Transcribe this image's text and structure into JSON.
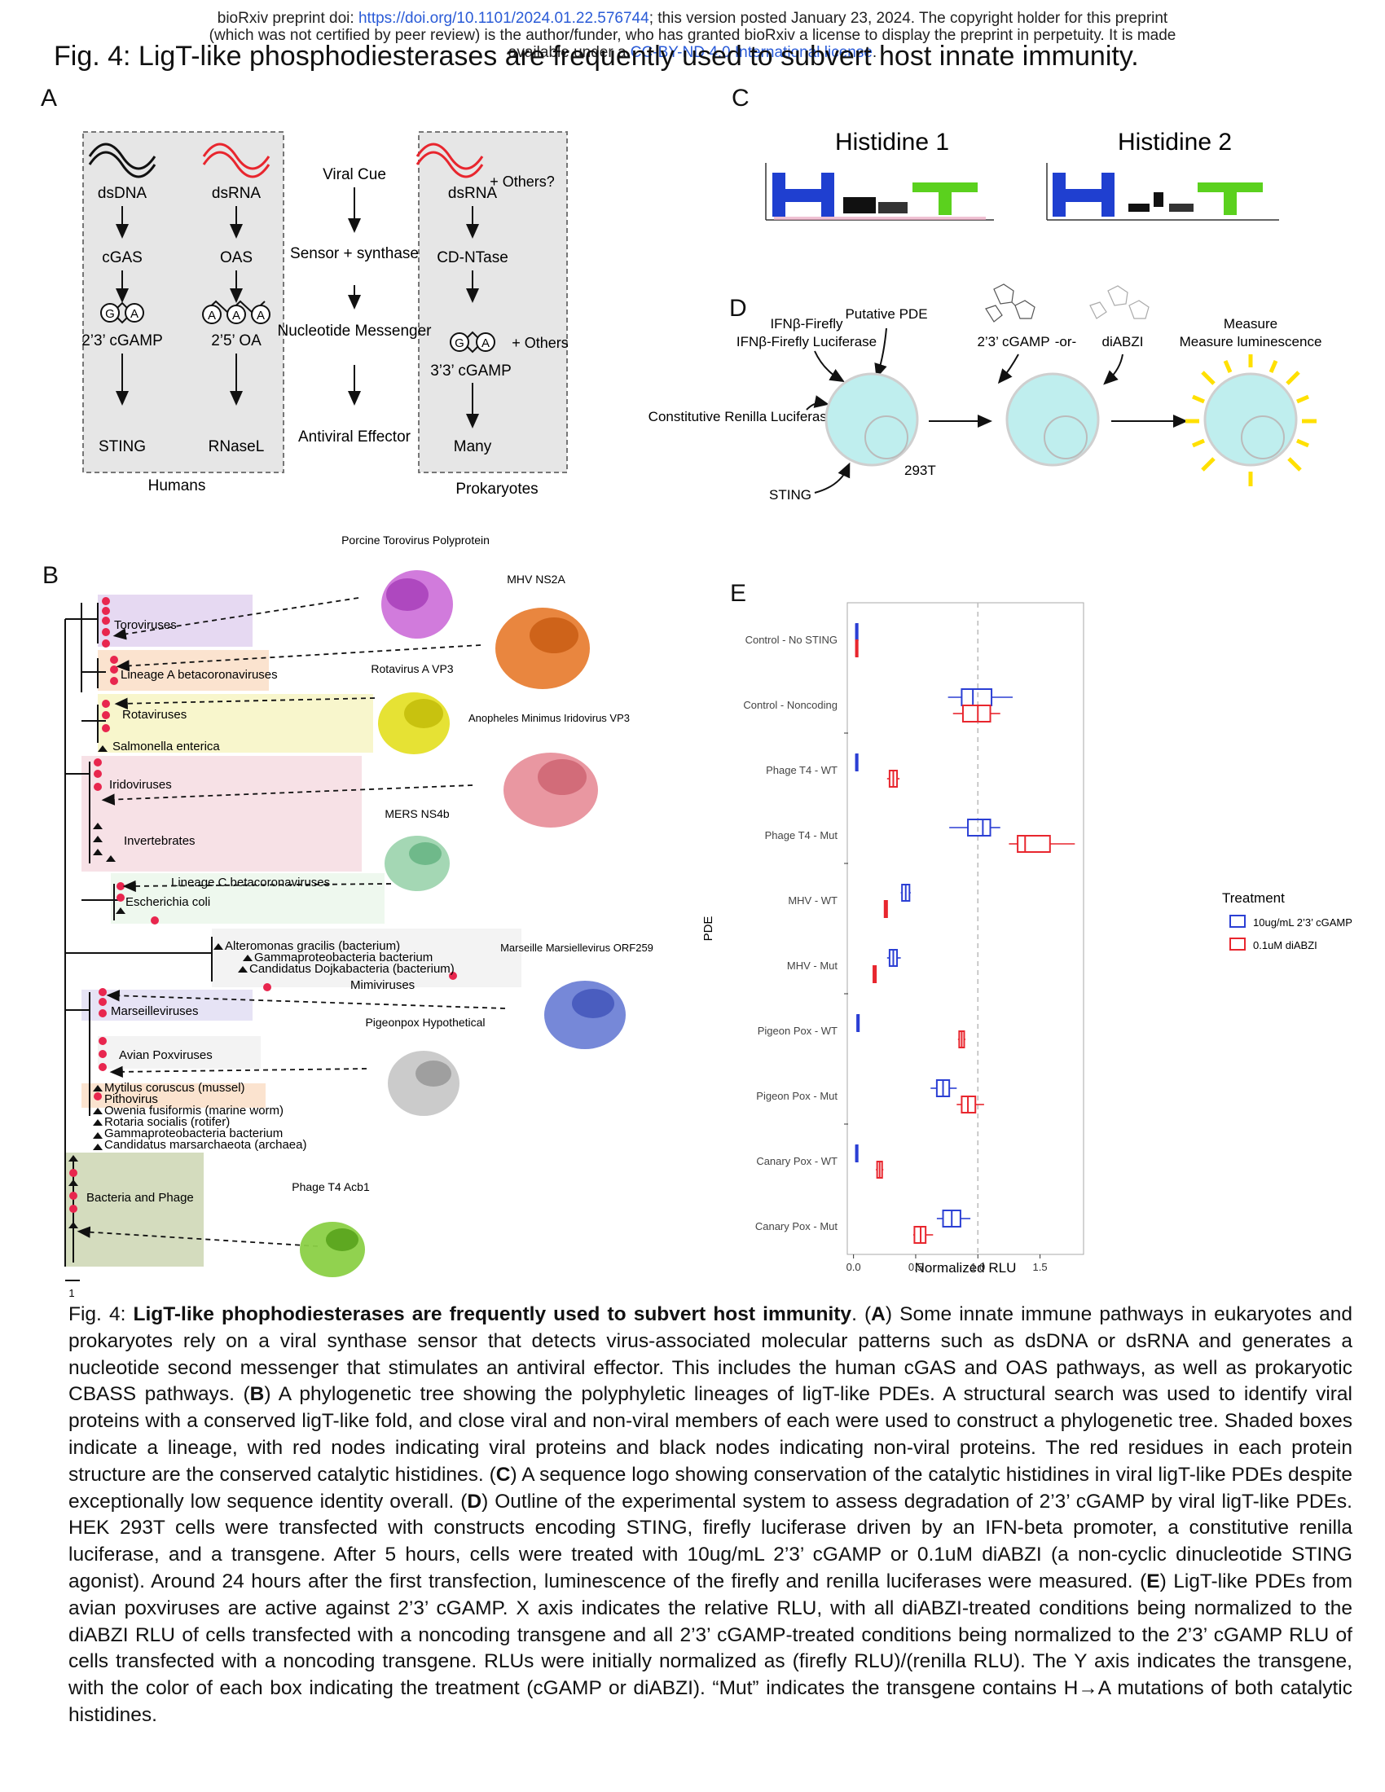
{
  "header": {
    "line1_pre": "bioRxiv preprint doi: ",
    "doi_link": "https://doi.org/10.1101/2024.01.22.576744",
    "line1_post": "; this version posted January 23, 2024. The copyright holder for this preprint",
    "line2": "(which was not certified by peer review) is the author/funder, who has granted bioRxiv a license to display the preprint in perpetuity. It is made",
    "line3_pre": "available under a",
    "license_link": "CC-BY-ND 4.0 International license",
    "line3_post": "."
  },
  "figure_title": "Fig. 4: LigT-like phosphodiesterases are frequently used to subvert host innate immunity.",
  "panels": {
    "A": {
      "letter": "A",
      "humans": {
        "label": "Humans",
        "col1": [
          "dsDNA",
          "cGAS",
          "2’3’ cGAMP",
          "STING"
        ],
        "col2": [
          "dsRNA",
          "OAS",
          "2’5’ OA",
          "RNaseL"
        ]
      },
      "middle": [
        "Viral Cue",
        "Sensor + synthase",
        "Nucleotide Messenger",
        "Antiviral Effector"
      ],
      "prokaryotes": {
        "label": "Prokaryotes",
        "items": [
          "dsRNA",
          "CD-NTase",
          "3’3’ cGAMP",
          "Many"
        ],
        "others1": "+ Others?",
        "others2": "+ Others"
      },
      "nucleotides": {
        "g": "G",
        "a": "A"
      }
    },
    "B": {
      "letter": "B",
      "clades": [
        "Toroviruses",
        "Lineage A betacoronaviruses",
        "Rotaviruses",
        "Salmonella enterica",
        "Iridoviruses",
        "Invertebrates",
        "Lineage C betacoronaviruses",
        "Escherichia coli",
        "Alteromonas gracilis (bacterium)",
        "Gammaproteobacteria bacterium",
        "Candidatus Dojkabacteria (bacterium)",
        "Mimiviruses",
        "Marseilleviruses",
        "Avian Poxviruses",
        "Mytilus coruscus (mussel)",
        "Pithovirus",
        "Owenia fusiformis (marine worm)",
        "Rotaria socialis (rotifer)",
        "Gammaproteobacteria bacterium",
        "Candidatus marsarchaeota (archaea)",
        "Bacteria and Phage"
      ],
      "structures": [
        "Porcine Torovirus Polyprotein",
        "MHV NS2A",
        "Rotavirus A VP3",
        "Anopheles Minimus Iridovirus VP3",
        "MERS NS4b",
        "Marseille Marsiellevirus ORF259",
        "Pigeonpox Hypothetical",
        "Phage T4 Acb1"
      ],
      "scale": "1"
    },
    "C": {
      "letter": "C",
      "logo1": "Histidine 1",
      "logo2": "Histidine 2"
    },
    "D": {
      "letter": "D",
      "labels": [
        "IFNβ-Firefly Luciferase",
        "Putative PDE",
        "Constitutive Renilla Luciferase",
        "STING",
        "293T",
        "2’3’ cGAMP",
        "-or-",
        "diABZI",
        "Measure luminescence"
      ]
    },
    "E": {
      "letter": "E"
    }
  },
  "chart_data": {
    "type": "boxplot",
    "orientation": "horizontal",
    "xlabel": "Normalized RLU",
    "ylabel": "PDE",
    "xlim": [
      -0.05,
      1.85
    ],
    "xticks": [
      0.0,
      0.5,
      1.0,
      1.5
    ],
    "xtick_labels": [
      "0.0",
      "0.5",
      "1.0",
      "1.5"
    ],
    "reference_line": 1.0,
    "legend": {
      "title": "Treatment",
      "position": "right",
      "entries": [
        "10ug/mL 2’3’ cGAMP",
        "0.1uM diABZI"
      ]
    },
    "colors": {
      "10ug/mL 2’3’ cGAMP": "#2b3fd4",
      "0.1uM diABZI": "#e8262e"
    },
    "groups": [
      {
        "category": "Control - No STING",
        "boxes": [
          {
            "treatment": "10ug/mL 2’3’ cGAMP",
            "min": 0.02,
            "q1": 0.02,
            "median": 0.02,
            "q3": 0.02,
            "max": 0.02
          },
          {
            "treatment": "0.1uM diABZI",
            "min": 0.02,
            "q1": 0.02,
            "median": 0.02,
            "q3": 0.02,
            "max": 0.02
          }
        ]
      },
      {
        "category": "Control - Noncoding",
        "boxes": [
          {
            "treatment": "10ug/mL 2’3’ cGAMP",
            "min": 0.76,
            "q1": 0.87,
            "median": 0.96,
            "q3": 1.11,
            "max": 1.28
          },
          {
            "treatment": "0.1uM diABZI",
            "min": 0.8,
            "q1": 0.88,
            "median": 1.0,
            "q3": 1.1,
            "max": 1.18
          }
        ]
      },
      {
        "category": "Phage T4 - WT",
        "boxes": [
          {
            "treatment": "10ug/mL 2’3’ cGAMP",
            "min": 0.02,
            "q1": 0.02,
            "median": 0.02,
            "q3": 0.02,
            "max": 0.02
          },
          {
            "treatment": "0.1uM diABZI",
            "min": 0.27,
            "q1": 0.29,
            "median": 0.32,
            "q3": 0.35,
            "max": 0.37
          }
        ]
      },
      {
        "category": "Phage T4 - Mut",
        "boxes": [
          {
            "treatment": "10ug/mL 2’3’ cGAMP",
            "min": 0.77,
            "q1": 0.92,
            "median": 1.04,
            "q3": 1.1,
            "max": 1.18
          },
          {
            "treatment": "0.1uM diABZI",
            "min": 1.25,
            "q1": 1.32,
            "median": 1.38,
            "q3": 1.58,
            "max": 1.78
          }
        ]
      },
      {
        "category": "MHV - WT",
        "boxes": [
          {
            "treatment": "10ug/mL 2’3’ cGAMP",
            "min": 0.38,
            "q1": 0.39,
            "median": 0.42,
            "q3": 0.45,
            "max": 0.46
          },
          {
            "treatment": "0.1uM diABZI",
            "min": 0.25,
            "q1": 0.25,
            "median": 0.26,
            "q3": 0.27,
            "max": 0.27
          }
        ]
      },
      {
        "category": "MHV - Mut",
        "boxes": [
          {
            "treatment": "10ug/mL 2’3’ cGAMP",
            "min": 0.27,
            "q1": 0.29,
            "median": 0.32,
            "q3": 0.35,
            "max": 0.38
          },
          {
            "treatment": "0.1uM diABZI",
            "min": 0.16,
            "q1": 0.16,
            "median": 0.17,
            "q3": 0.18,
            "max": 0.18
          }
        ]
      },
      {
        "category": "Pigeon Pox - WT",
        "boxes": [
          {
            "treatment": "10ug/mL 2’3’ cGAMP",
            "min": 0.03,
            "q1": 0.03,
            "median": 0.03,
            "q3": 0.03,
            "max": 0.03
          },
          {
            "treatment": "0.1uM diABZI",
            "min": 0.84,
            "q1": 0.85,
            "median": 0.87,
            "q3": 0.89,
            "max": 0.9
          }
        ]
      },
      {
        "category": "Pigeon Pox - Mut",
        "boxes": [
          {
            "treatment": "10ug/mL 2’3’ cGAMP",
            "min": 0.62,
            "q1": 0.67,
            "median": 0.72,
            "q3": 0.77,
            "max": 0.83
          },
          {
            "treatment": "0.1uM diABZI",
            "min": 0.83,
            "q1": 0.87,
            "median": 0.92,
            "q3": 0.98,
            "max": 1.05
          }
        ]
      },
      {
        "category": "Canary Pox - WT",
        "boxes": [
          {
            "treatment": "10ug/mL 2’3’ cGAMP",
            "min": 0.02,
            "q1": 0.02,
            "median": 0.02,
            "q3": 0.02,
            "max": 0.02
          },
          {
            "treatment": "0.1uM diABZI",
            "min": 0.18,
            "q1": 0.19,
            "median": 0.21,
            "q3": 0.23,
            "max": 0.24
          }
        ]
      },
      {
        "category": "Canary Pox - Mut",
        "boxes": [
          {
            "treatment": "10ug/mL 2’3’ cGAMP",
            "min": 0.67,
            "q1": 0.72,
            "median": 0.79,
            "q3": 0.86,
            "max": 0.94
          },
          {
            "treatment": "0.1uM diABZI",
            "min": 0.48,
            "q1": 0.49,
            "median": 0.54,
            "q3": 0.58,
            "max": 0.64
          }
        ]
      }
    ]
  },
  "caption": {
    "p1": "Fig. 4: ",
    "bold1": "LigT-like phophodiesterases are frequently used to subvert host immunity",
    "p2": ". (",
    "bA": "A",
    "p3": ") Some innate immune pathways in eukaryotes and prokaryotes rely on a viral synthase sensor that detects virus-associated molecular patterns such as dsDNA or dsRNA and generates a nucleotide second messenger that stimulates an antiviral effector. This includes the human cGAS and OAS pathways, as well as prokaryotic CBASS pathways. (",
    "bB": "B",
    "p4": ") A phylogenetic tree showing the polyphyletic lineages of ligT-like PDEs. A structural search was used to identify viral proteins with a conserved ligT-like fold, and close viral and non-viral members of each were used to construct a phylogenetic tree. Shaded boxes indicate a lineage, with red nodes indicating viral proteins and black nodes indicating non-viral proteins. The red residues in each protein structure are the conserved catalytic histidines. (",
    "bC": "C",
    "p5": ") A sequence logo showing conservation of the catalytic histidines in viral ligT-like PDEs despite exceptionally low sequence identity overall. (",
    "bD": "D",
    "p6": ") Outline of the experimental system to assess degradation of 2’3’ cGAMP by viral ligT-like PDEs. HEK 293T cells were transfected with constructs encoding STING, firefly luciferase driven by an IFN-beta promoter, a constitutive renilla luciferase, and a transgene. After 5 hours, cells were treated with 10ug/mL 2’3’ cGAMP or 0.1uM diABZI (a non-cyclic dinucleotide STING agonist). Around 24 hours after the first transfection, luminescence of the firefly and renilla luciferases were measured. (",
    "bE": "E",
    "p7": ") LigT-like PDEs from avian poxviruses are active against 2’3’ cGAMP. X axis indicates the relative RLU, with all diABZI-treated conditions being normalized to the diABZI RLU of cells transfected with a noncoding transgene and all 2’3’ cGAMP-treated conditions being normalized to the 2’3’ cGAMP RLU of cells transfected with a noncoding transgene. RLUs were initially normalized as (firefly RLU)/(renilla RLU). The Y axis indicates the transgene, with the color of each box indicating the treatment (cGAMP or diABZI). “Mut” indicates the transgene contains H→A mutations of both catalytic histidines."
  }
}
